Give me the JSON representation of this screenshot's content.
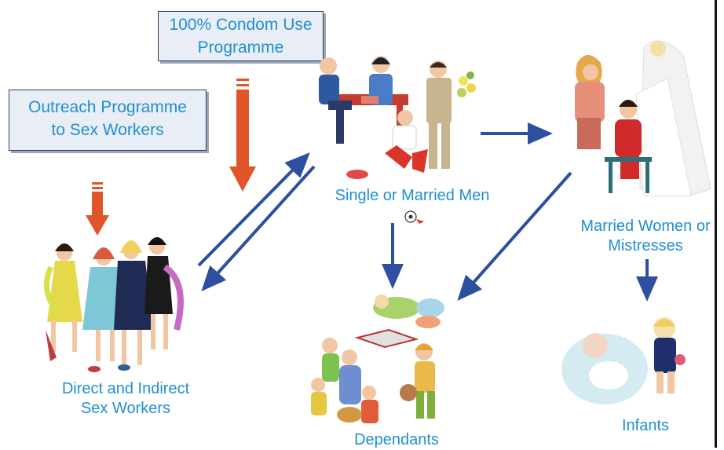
{
  "boxes": {
    "condom": {
      "line1": "100% Condom Use",
      "line2": "Programme"
    },
    "outreach": {
      "line1": "Outreach Programme",
      "line2": "to Sex Workers"
    }
  },
  "nodes": {
    "men": "Single or Married Men",
    "women": {
      "line1": "Married Women or",
      "line2": "Mistresses"
    },
    "sex_workers": {
      "line1": "Direct and Indirect",
      "line2": "Sex Workers"
    },
    "dependants": "Dependants",
    "infants": "Infants"
  },
  "colors": {
    "label": "#1f8fd3",
    "flow_arrow": "#2c4fa0",
    "program_arrow": "#e0552a",
    "box_fill": "#e9eef6"
  },
  "icons": [
    "men-clipart",
    "women-clipart",
    "sex-workers-clipart",
    "dependants-clipart",
    "infants-clipart"
  ]
}
